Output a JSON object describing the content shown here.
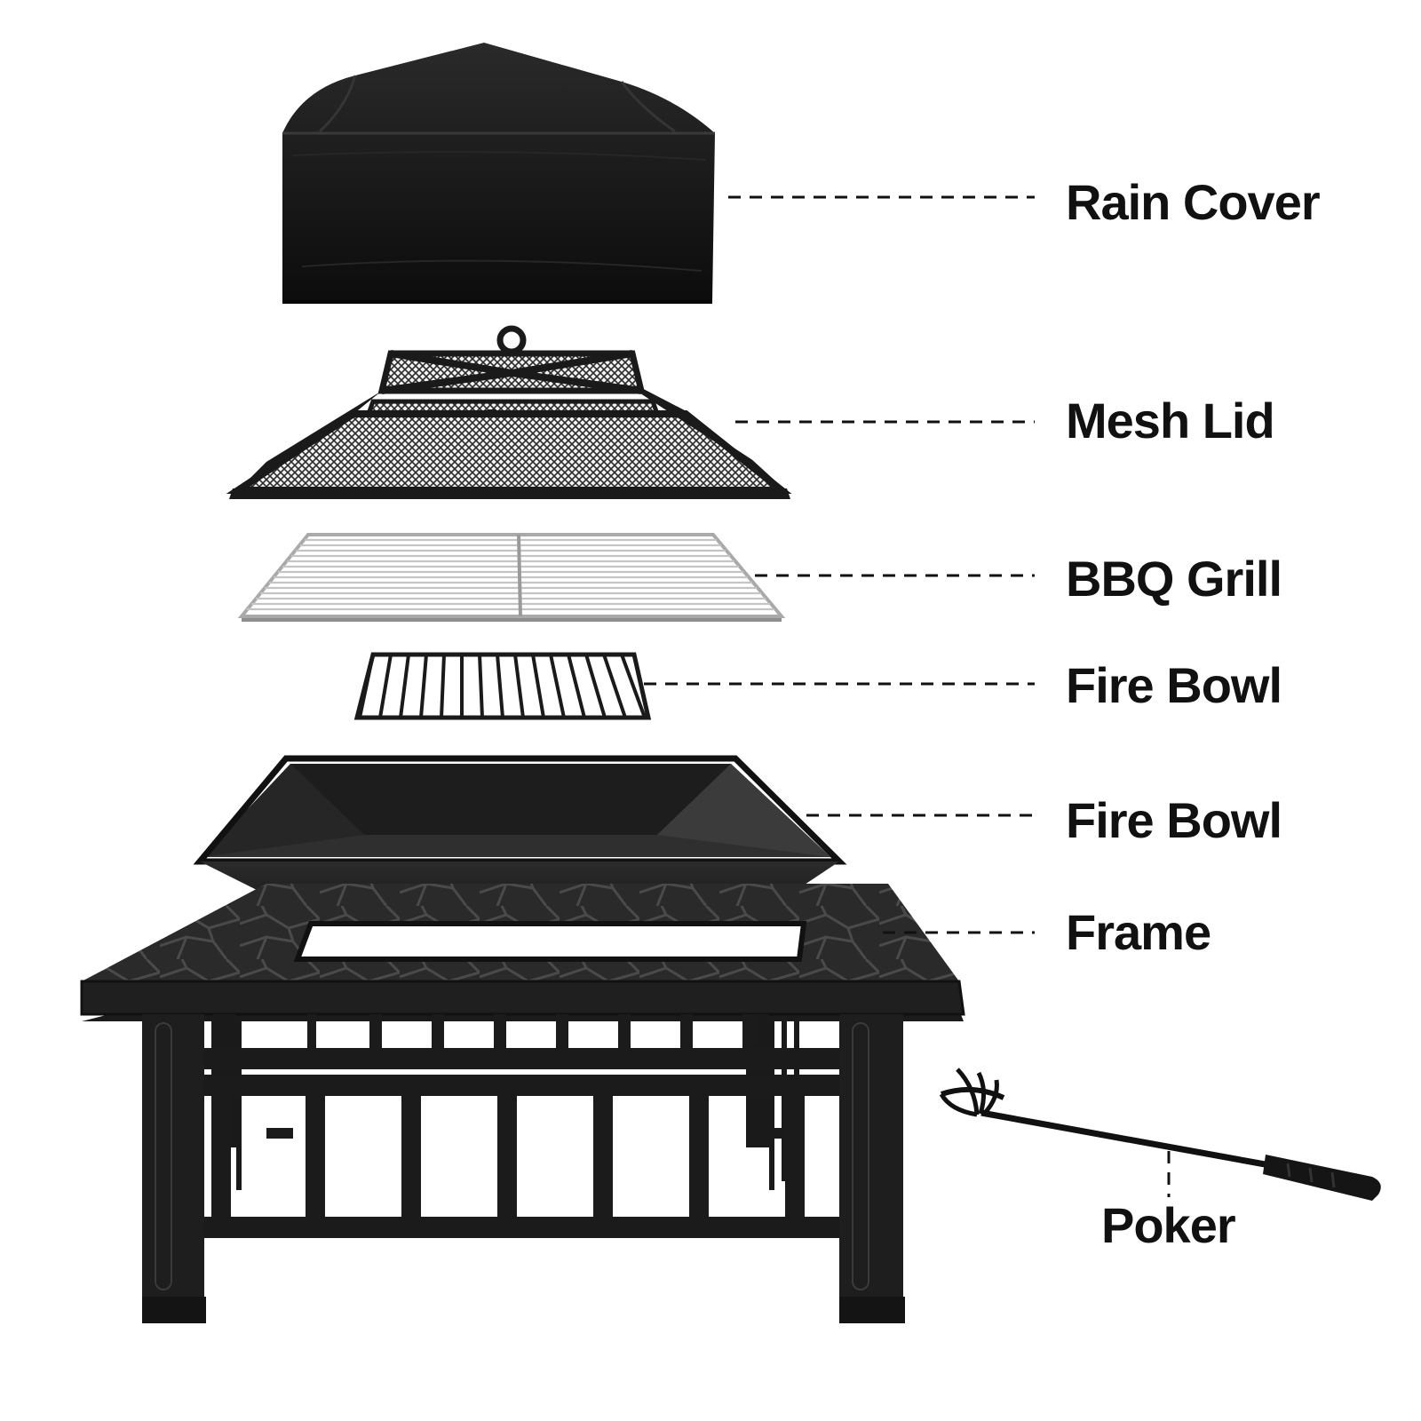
{
  "parts": [
    {
      "key": "rain_cover",
      "label": "Rain Cover"
    },
    {
      "key": "mesh_lid",
      "label": "Mesh Lid"
    },
    {
      "key": "bbq_grill",
      "label": "BBQ Grill"
    },
    {
      "key": "fire_bowl_grate",
      "label": "Fire Bowl"
    },
    {
      "key": "fire_bowl",
      "label": "Fire Bowl"
    },
    {
      "key": "frame",
      "label": "Frame"
    },
    {
      "key": "poker",
      "label": "Poker"
    }
  ],
  "colors": {
    "background": "#ffffff",
    "metal": "#1a1a1a",
    "metal_highlight": "#3a3a3a",
    "cover": "#141414",
    "chrome": "#b9b9b9",
    "text": "#111111"
  }
}
